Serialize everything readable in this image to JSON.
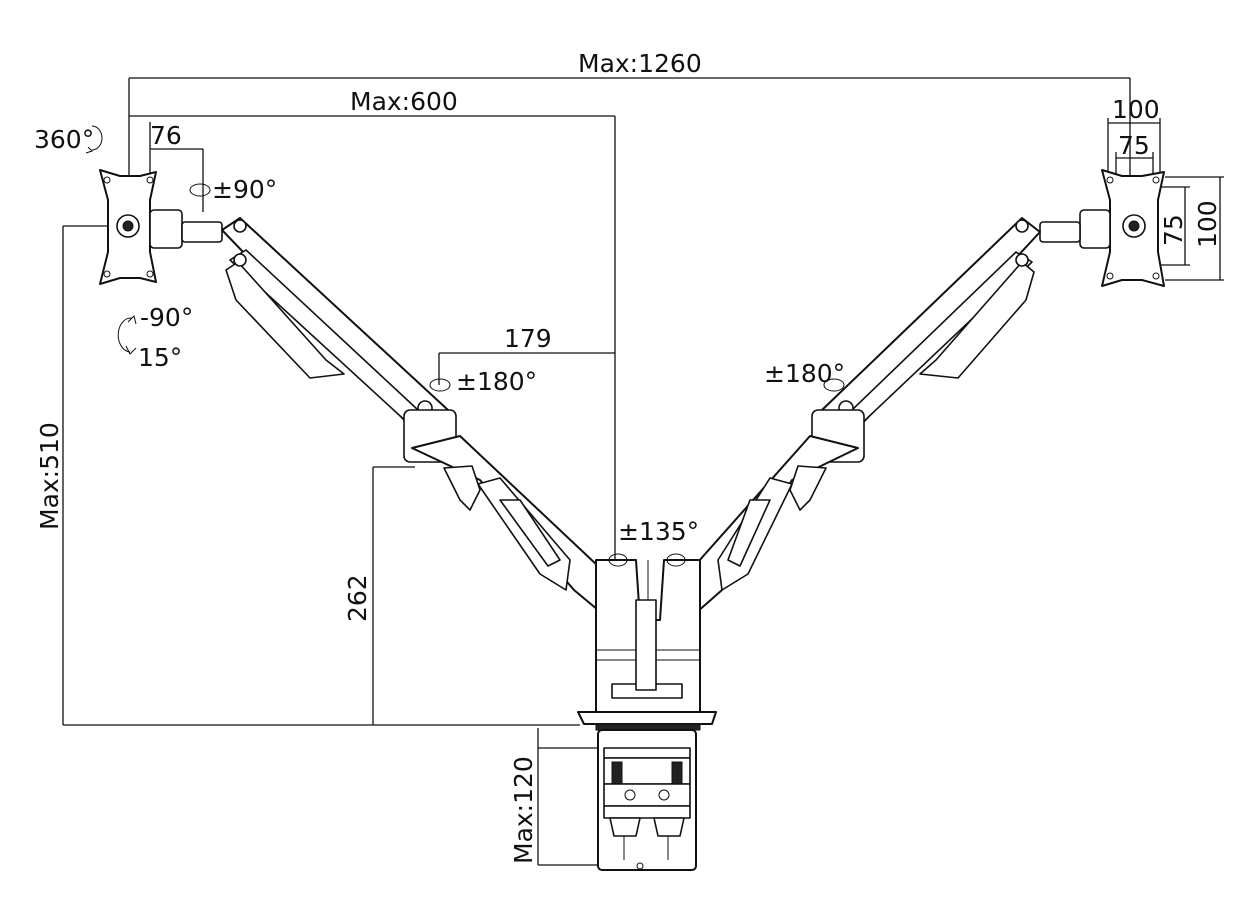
{
  "dimensions": {
    "max_span": "Max:1260",
    "max_reach": "Max:600",
    "max_height": "Max:510",
    "pole_height": "262",
    "clamp_max": "Max:120",
    "offset_76": "76",
    "offset_179": "179",
    "vesa_h_100": "100",
    "vesa_h_75": "75",
    "vesa_v_75": "75",
    "vesa_v_100": "100"
  },
  "rotations": {
    "rotate_360": "360°",
    "swivel_90": "±90°",
    "tilt_up": "-90°",
    "tilt_down": "15°",
    "swivel_180_left": "±180°",
    "swivel_180_right": "±180°",
    "swivel_135": "±135°"
  },
  "colors": {
    "line": "#111111",
    "background": "#ffffff"
  }
}
